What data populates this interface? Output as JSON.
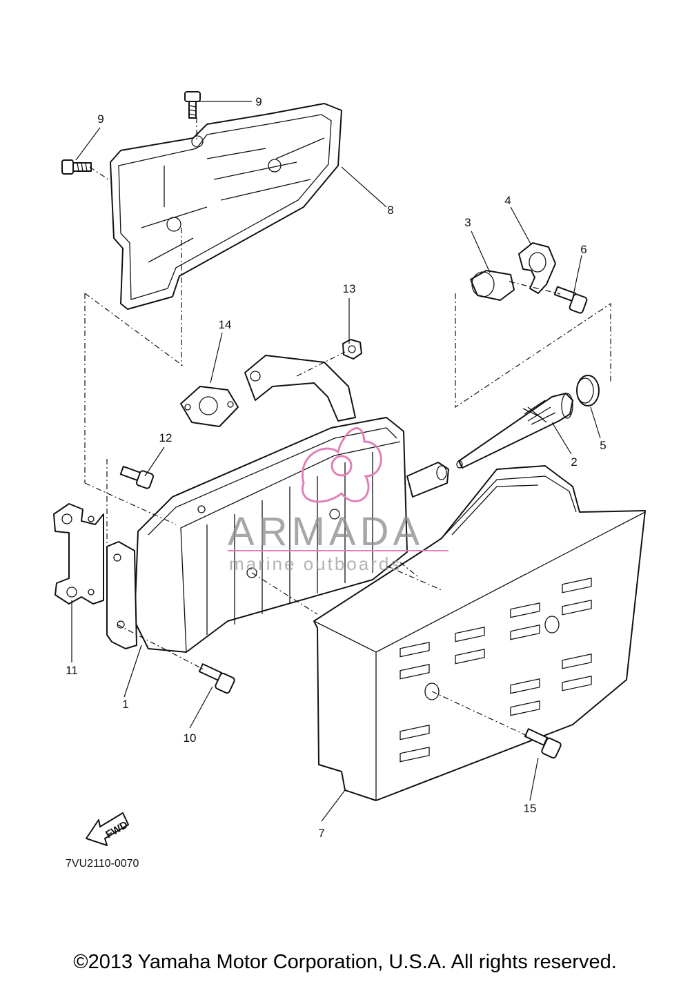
{
  "callouts": [
    {
      "id": "c1",
      "text": "1"
    },
    {
      "id": "c2",
      "text": "2"
    },
    {
      "id": "c3",
      "text": "3"
    },
    {
      "id": "c4",
      "text": "4"
    },
    {
      "id": "c5",
      "text": "5"
    },
    {
      "id": "c6",
      "text": "6"
    },
    {
      "id": "c7",
      "text": "7"
    },
    {
      "id": "c8",
      "text": "8"
    },
    {
      "id": "c9a",
      "text": "9"
    },
    {
      "id": "c9b",
      "text": "9"
    },
    {
      "id": "c10",
      "text": "10"
    },
    {
      "id": "c11",
      "text": "11"
    },
    {
      "id": "c12",
      "text": "12"
    },
    {
      "id": "c13",
      "text": "13"
    },
    {
      "id": "c14",
      "text": "14"
    },
    {
      "id": "c15",
      "text": "15"
    }
  ],
  "diagram_code": "7VU2110-0070",
  "fwd_label": "FWD",
  "watermark": {
    "main": "ARMADA",
    "sub": "marine outboards",
    "color": "#e080b8"
  },
  "copyright": "©2013 Yamaha Motor Corporation, U.S.A. All rights reserved."
}
